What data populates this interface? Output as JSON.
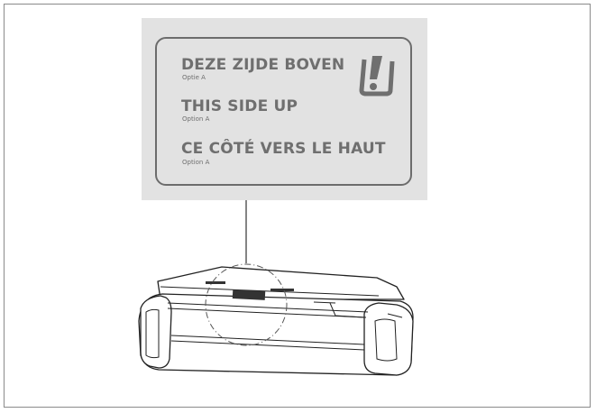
{
  "label": {
    "lines": [
      {
        "title": "DEZE ZIJDE BOVEN",
        "subtitle": "Optie A"
      },
      {
        "title": "THIS SIDE UP",
        "subtitle": "Option A"
      },
      {
        "title": "CE CÔTÉ VERS LE HAUT",
        "subtitle": "Option A"
      }
    ],
    "icon": "this-side-up-icon"
  },
  "colors": {
    "panel": "#e2e2e2",
    "label_text": "#6f6f6f",
    "outline": "#6c6c6c",
    "frame": "#8a8a8a"
  }
}
